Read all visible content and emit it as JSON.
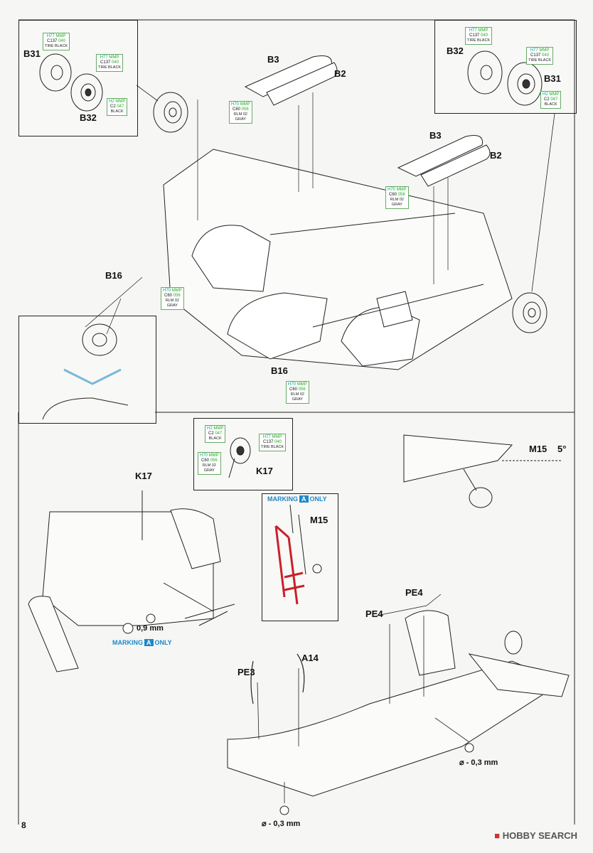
{
  "page_number": "8",
  "watermark": {
    "icon": "hobby-search-logo-icon",
    "text": "HOBBY SEARCH"
  },
  "parts": {
    "b31_tl": "B31",
    "b32_tl": "B32",
    "b3_a": "B3",
    "b2_a": "B2",
    "b32_tr": "B32",
    "b31_tr": "B31",
    "b3_b": "B3",
    "b2_b": "B2",
    "b16_a": "B16",
    "b16_b": "B16",
    "k17_a": "K17",
    "k17_b": "K17",
    "m15_a": "M15",
    "m15_b": "M15",
    "angle": "5°",
    "pe4_a": "PE4",
    "pe4_b": "PE4",
    "pe3": "PE3",
    "a14": "A14"
  },
  "paints": {
    "tire": {
      "h": "H77",
      "g": "MMP",
      "c": "C137",
      "n": "040",
      "name": "TIRE BLACK"
    },
    "black": {
      "h": "H2",
      "g": "MMP",
      "c": "C2",
      "n": "047",
      "name": "BLACK"
    },
    "gray": {
      "h": "H70",
      "g": "MMP",
      "c": "C60",
      "n": "056",
      "name1": "RLM 02",
      "name2": "GRAY"
    }
  },
  "marking": {
    "prefix": "MARKING",
    "letter": "A",
    "suffix": "ONLY"
  },
  "dimensions": {
    "drill_09": "0,9 mm",
    "dia_03_a": "⌀ - 0,3 mm",
    "dia_03_b": "⌀ - 0,3 mm"
  }
}
